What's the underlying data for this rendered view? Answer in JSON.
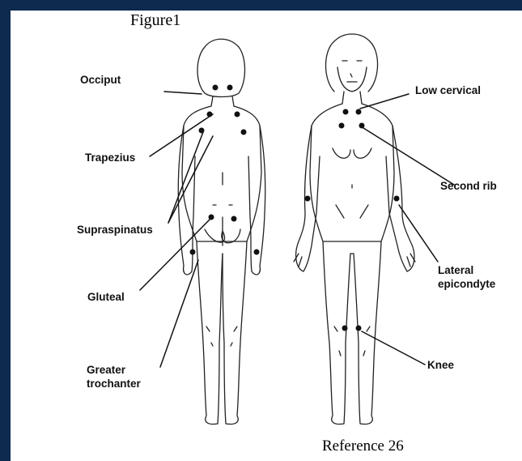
{
  "figure": {
    "title": "Figure1",
    "reference": "Reference 26"
  },
  "tender_point_labels": {
    "occiput": "Occiput",
    "trapezius": "Trapezius",
    "supraspinatus": "Supraspinatus",
    "gluteal": "Gluteal",
    "greater_trochanter_line1": "Greater",
    "greater_trochanter_line2": "trochanter",
    "low_cervical": "Low cervical",
    "second_rib": "Second rib",
    "lateral_epicondyle_line1": "Lateral",
    "lateral_epicondyle_line2": "epicondyte",
    "knee": "Knee"
  },
  "colors": {
    "border": "#0e2a4e",
    "background": "#ffffff",
    "ink": "#111111"
  }
}
